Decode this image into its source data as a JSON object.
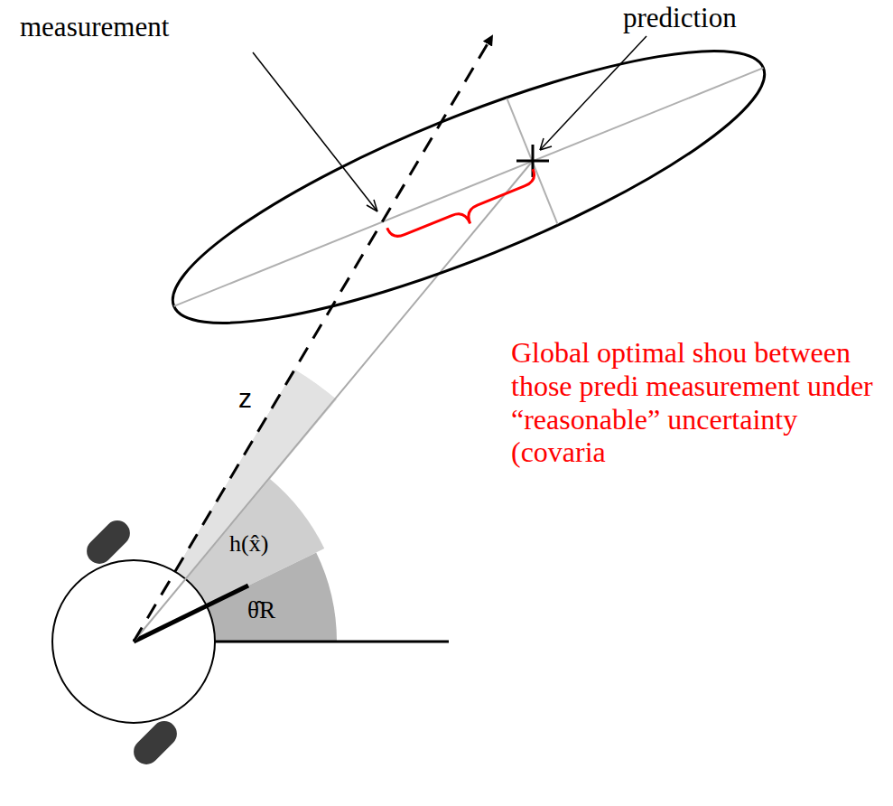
{
  "diagram": {
    "labels": [
      "measurement",
      "prediction",
      "z",
      "h(x̂)",
      "θ̂R",
      "Global optimal shou between those predi measurement under “reasonable” uncertainty (covaria"
    ]
  }
}
